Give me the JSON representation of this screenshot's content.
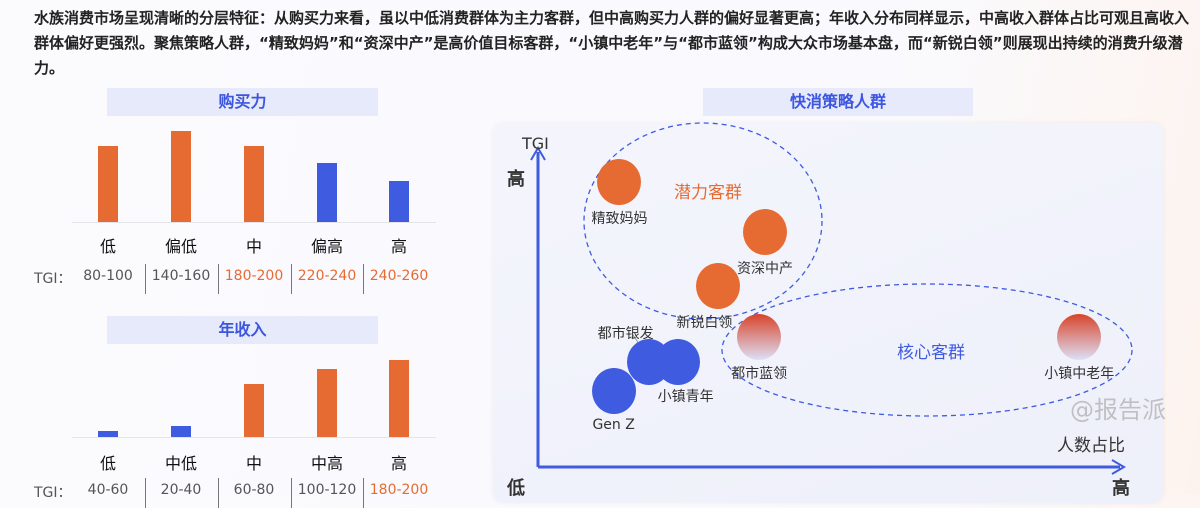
{
  "intro": "水族消费市场呈现清晰的分层特征：从购买力来看，虽以中低消费群体为主力客群，但中高购买力人群的偏好显著更高；年收入分布同样显示，中高收入群体占比可观且高收入群体偏好更强烈。聚焦策略人群，“精致妈妈”和“资深中产”是高价值目标客群，“小镇中老年”与“都市蓝领”构成大众市场基本盘，而“新锐白领”则展现出持续的消费升级潜力。",
  "colors": {
    "orange": "#e66b32",
    "blue": "#3f5be0",
    "header_bg": "#e7eafb"
  },
  "watermark": "@报告派",
  "chart_data": [
    {
      "type": "bar",
      "title": "购买力",
      "tgi_prefix": "TGI：",
      "categories": [
        "低",
        "偏低",
        "中",
        "偏高",
        "高"
      ],
      "values": [
        76,
        91,
        76,
        59,
        41
      ],
      "tgi": [
        "80-100",
        "140-160",
        "180-200",
        "220-240",
        "240-260"
      ],
      "highlight": [
        false,
        false,
        true,
        true,
        true
      ],
      "bar_colors": [
        "orange",
        "orange",
        "orange",
        "blue",
        "blue"
      ],
      "ylim": [
        0,
        100
      ]
    },
    {
      "type": "bar",
      "title": "年收入",
      "tgi_prefix": "TGI：",
      "categories": [
        "低",
        "中低",
        "中",
        "中高",
        "高"
      ],
      "values": [
        6,
        11,
        53,
        68,
        77
      ],
      "tgi": [
        "40-60",
        "20-40",
        "60-80",
        "100-120",
        "180-200"
      ],
      "highlight": [
        false,
        false,
        false,
        false,
        true
      ],
      "bar_colors": [
        "blue",
        "blue",
        "orange",
        "orange",
        "orange"
      ],
      "ylim": [
        0,
        100
      ]
    },
    {
      "type": "scatter",
      "title": "快消策略人群",
      "y_axis_label": "TGI",
      "x_axis_label": "人数占比",
      "y_high": "高",
      "y_low": "低",
      "x_high": "高",
      "xlim": [
        0,
        100
      ],
      "ylim": [
        0,
        100
      ],
      "groups": [
        {
          "name": "潜力客群",
          "color": "orange"
        },
        {
          "name": "核心客群",
          "color": "blue"
        }
      ],
      "points": [
        {
          "name": "精致妈妈",
          "x": 14,
          "y": 90,
          "style": "orange"
        },
        {
          "name": "资深中产",
          "x": 39,
          "y": 74,
          "style": "orange"
        },
        {
          "name": "新锐白领",
          "x": 31,
          "y": 57,
          "style": "orange"
        },
        {
          "name": "都市蓝领",
          "x": 38,
          "y": 41,
          "style": "gradient"
        },
        {
          "name": "小镇中老年",
          "x": 93,
          "y": 41,
          "style": "gradient"
        },
        {
          "name": "都市银发",
          "x": 19,
          "y": 33,
          "style": "blue"
        },
        {
          "name": "小镇青年",
          "x": 24,
          "y": 33,
          "style": "blue"
        },
        {
          "name": "Gen Z",
          "x": 13,
          "y": 24,
          "style": "blue"
        }
      ]
    }
  ]
}
